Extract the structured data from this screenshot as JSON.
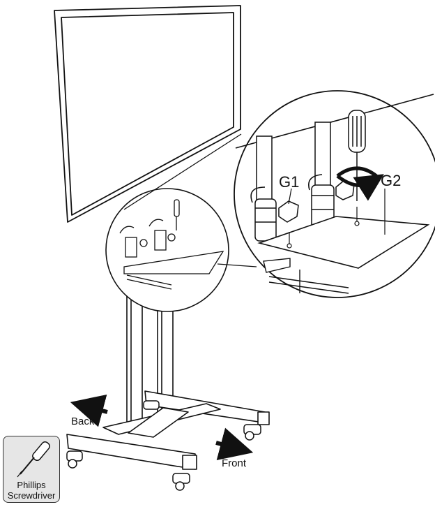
{
  "labels": {
    "g1": "G1",
    "g2": "G2",
    "back": "Back",
    "front": "Front"
  },
  "tool": {
    "name_line1": "Phillips",
    "name_line2": "Screwdriver",
    "icon": "phillips-screwdriver-icon"
  },
  "colors": {
    "line": "#111111",
    "tool_box_bg": "#e6e6e6"
  }
}
